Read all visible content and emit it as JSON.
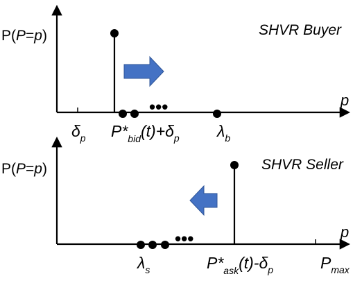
{
  "buyer": {
    "title": "SHVR Buyer",
    "ylabel": {
      "pre": "P(",
      "var": "P",
      "eq": "=",
      "val": "p",
      "post": ")"
    },
    "x_axis_label": "p",
    "labels": {
      "delta": {
        "main": "δ",
        "sub": "p"
      },
      "pbid": {
        "main": "P*",
        "sub": "bid",
        "rest": "(t)+δ",
        "sub2": "p"
      },
      "lambda": {
        "main": "λ",
        "sub": "b"
      }
    },
    "ellipsis": "•••",
    "arrow_direction": "right",
    "arrow_color": "#4472c4"
  },
  "seller": {
    "title": "SHVR Seller",
    "ylabel": {
      "pre": "P(",
      "var": "P",
      "eq": "=",
      "val": "p",
      "post": ")"
    },
    "x_axis_label": "p",
    "labels": {
      "lambda": {
        "main": "λ",
        "sub": "s"
      },
      "pask": {
        "main": "P*",
        "sub": "ask",
        "rest": "(t)-δ",
        "sub2": "p"
      },
      "pmax": {
        "main": "P",
        "sub": "max"
      }
    },
    "ellipsis": "•••",
    "arrow_direction": "left",
    "arrow_color": "#4472c4"
  }
}
